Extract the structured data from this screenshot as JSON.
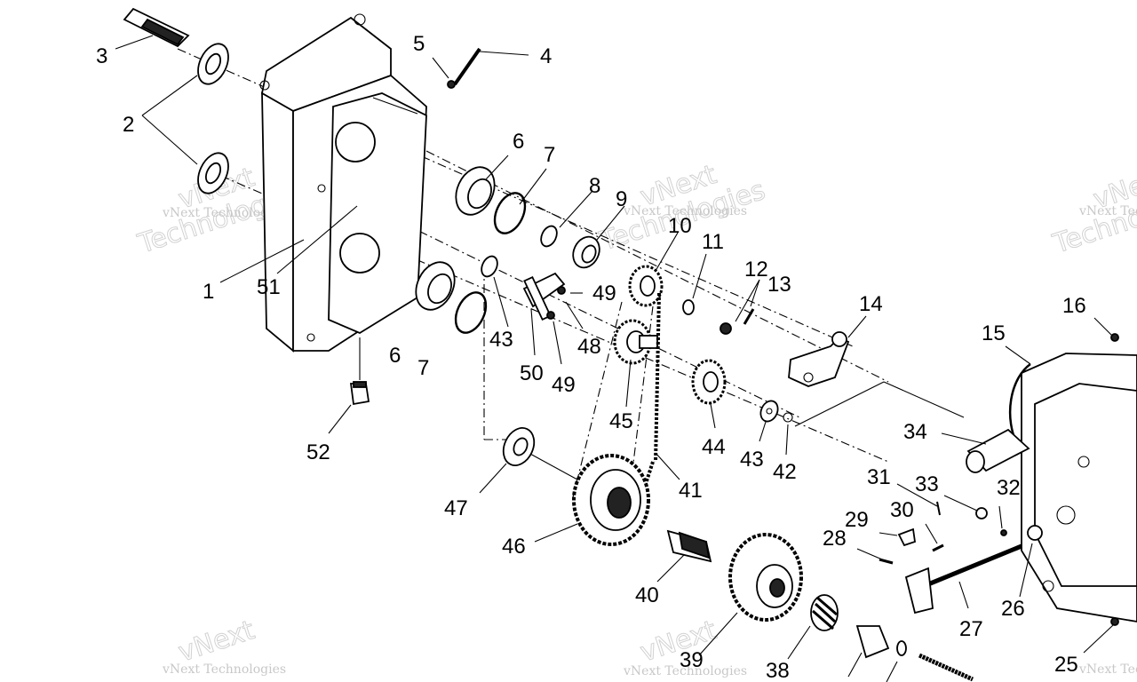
{
  "labels": {
    "l1": "1",
    "l2": "2",
    "l3": "3",
    "l4": "4",
    "l5": "5",
    "l6a": "6",
    "l6b": "6",
    "l7a": "7",
    "l7b": "7",
    "l8": "8",
    "l9": "9",
    "l10": "10",
    "l11": "11",
    "l12": "12",
    "l13": "13",
    "l14": "14",
    "l15": "15",
    "l16": "16",
    "l25": "25",
    "l26": "26",
    "l27": "27",
    "l28": "28",
    "l29": "29",
    "l30": "30",
    "l31": "31",
    "l32": "32",
    "l33": "33",
    "l34": "34",
    "l38": "38",
    "l39": "39",
    "l40": "40",
    "l41": "41",
    "l42": "42",
    "l43a": "43",
    "l43b": "43",
    "l44": "44",
    "l45": "45",
    "l46": "46",
    "l47": "47",
    "l48": "48",
    "l49a": "49",
    "l49b": "49",
    "l50": "50",
    "l51": "51",
    "l52": "52"
  },
  "watermark": {
    "name": "vNext Technologies",
    "big1": "vNext",
    "big2": "Technologies"
  }
}
